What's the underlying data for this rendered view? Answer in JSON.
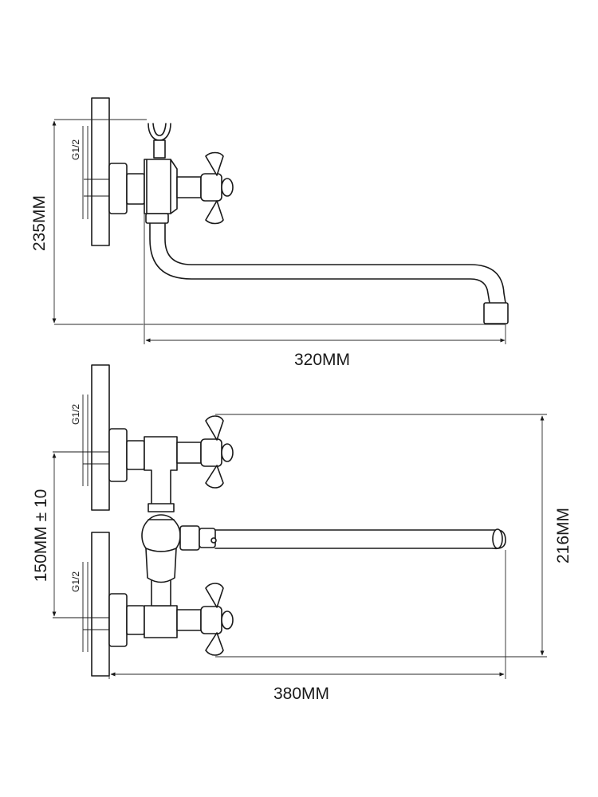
{
  "top_view": {
    "height_label": "235MM",
    "length_label": "320MM",
    "thread_label": "G1/2"
  },
  "bottom_view": {
    "upper_thread_label": "G1/2",
    "lower_thread_label": "G1/2",
    "spacing_label": "150MM ± 10",
    "height_label": "216MM",
    "length_label": "380MM"
  }
}
